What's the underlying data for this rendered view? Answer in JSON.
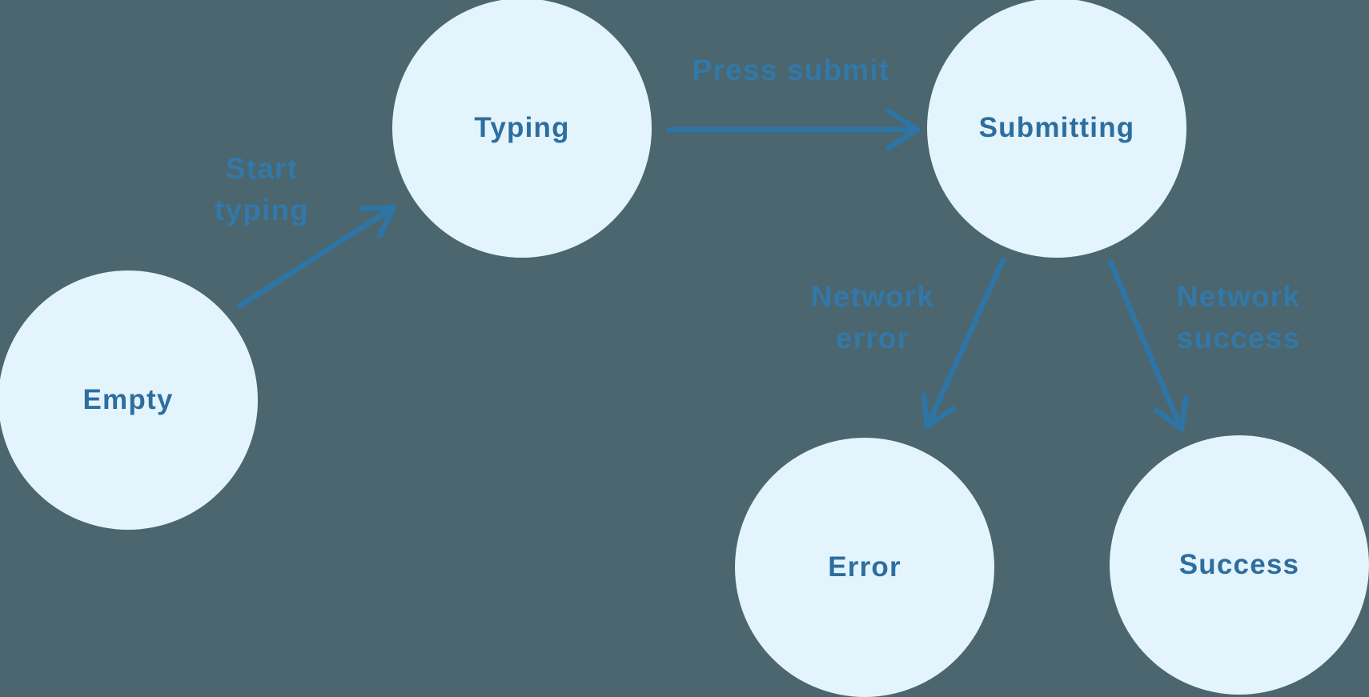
{
  "colors": {
    "background": "#4b666e",
    "node_fill": "#e3f4fd",
    "node_label": "#2e6e9e",
    "edge_stroke": "#2e74a4",
    "edge_label": "#3278a9"
  },
  "nodes": [
    {
      "id": "empty",
      "label": "Empty"
    },
    {
      "id": "typing",
      "label": "Typing"
    },
    {
      "id": "submitting",
      "label": "Submitting"
    },
    {
      "id": "error",
      "label": "Error"
    },
    {
      "id": "success",
      "label": "Success"
    }
  ],
  "edges": [
    {
      "id": "start-typing",
      "from": "empty",
      "to": "typing",
      "label": "Start typing",
      "lines": [
        "Start",
        "typing"
      ]
    },
    {
      "id": "press-submit",
      "from": "typing",
      "to": "submitting",
      "label": "Press submit",
      "lines": [
        "Press submit"
      ]
    },
    {
      "id": "network-error",
      "from": "submitting",
      "to": "error",
      "label": "Network error",
      "lines": [
        "Network",
        "error"
      ]
    },
    {
      "id": "network-success",
      "from": "submitting",
      "to": "success",
      "label": "Network success",
      "lines": [
        "Network",
        "success"
      ]
    }
  ]
}
